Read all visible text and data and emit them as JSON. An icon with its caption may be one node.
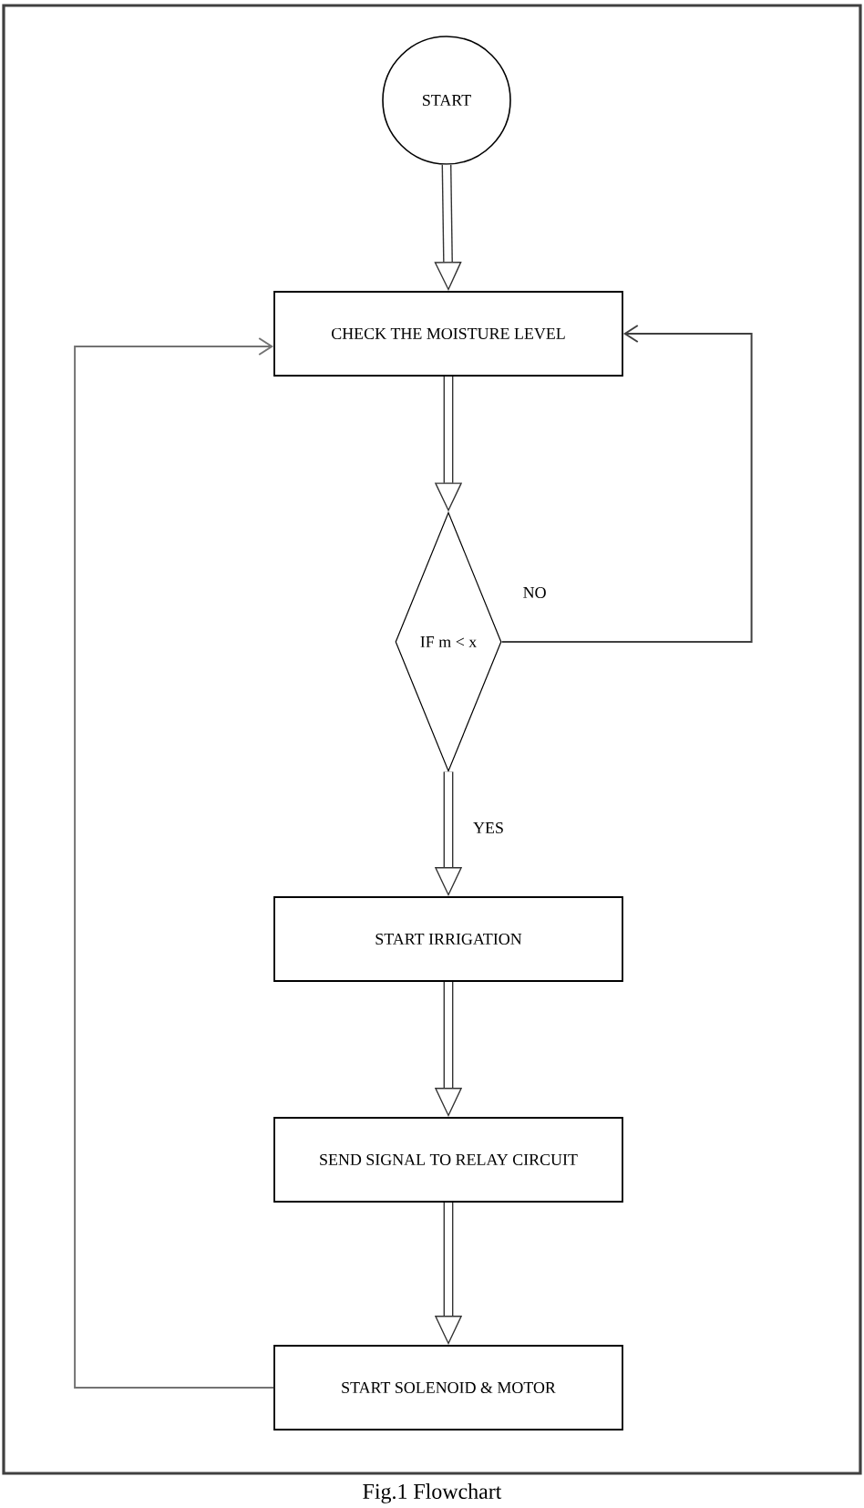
{
  "diagram": {
    "caption": "Fig.1 Flowchart",
    "nodes": [
      {
        "text": [
          "START"
        ]
      },
      {
        "text": [
          "CHECK THE MOISTURE LEVEL"
        ]
      },
      {
        "text": [
          "IF m < x"
        ]
      },
      {
        "text": [
          "START IRRIGATION"
        ]
      },
      {
        "text": [
          "SEND SIGNAL TO RELAY CIRCUIT"
        ]
      },
      {
        "text": [
          "START SOLENOID & MOTOR"
        ]
      }
    ],
    "edges": [
      {
        "from": 0,
        "to": 1,
        "arrow": "to"
      },
      {
        "from": 1,
        "to": 2,
        "arrow": "to"
      },
      {
        "from": 2,
        "to": 3,
        "arrow": "to",
        "label": "YES"
      },
      {
        "from": 3,
        "to": 4,
        "arrow": "to"
      },
      {
        "from": 4,
        "to": 5,
        "arrow": "to"
      },
      {
        "from": 2,
        "to": 1,
        "arrow": "to",
        "label": "NO"
      },
      {
        "from": 5,
        "to": 1,
        "arrow": "to"
      }
    ]
  }
}
